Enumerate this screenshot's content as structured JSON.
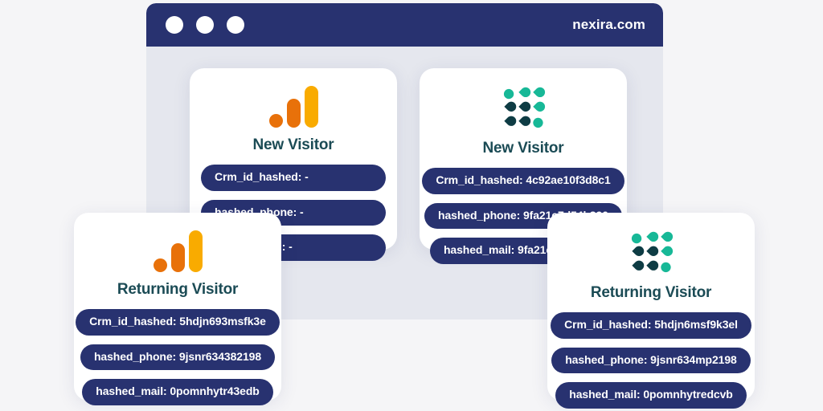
{
  "browser": {
    "url_label": "nexira.com",
    "dots": [
      "window-dot-1",
      "window-dot-2",
      "window-dot-3"
    ],
    "chrome_color": "#283270",
    "viewport_color": "#e5e7ee"
  },
  "theme": {
    "page_background": "#f5f5f7",
    "card_background": "#ffffff",
    "pill_background": "#283270",
    "pill_text": "#ffffff",
    "title_text": "#1b4b55",
    "ga_orange_dark": "#e8710a",
    "ga_orange_light": "#f9ab00",
    "matomo_teal": "#17b897",
    "matomo_dark": "#0e3c44"
  },
  "cards": [
    {
      "id": "new-visitor-analytics",
      "icon": "google-analytics-icon",
      "title": "New Visitor",
      "fields": [
        {
          "key": "Crm_id_hashed",
          "value": "-",
          "text": "Crm_id_hashed: -"
        },
        {
          "key": "hashed_phone",
          "value": "-",
          "text": "hashed_phone: -"
        },
        {
          "key": "hashed_mail",
          "value": "-",
          "text": "hashed_mail: -"
        }
      ]
    },
    {
      "id": "new-visitor-matomo",
      "icon": "matomo-icon",
      "title": "New Visitor",
      "fields": [
        {
          "key": "Crm_id_hashed",
          "value": "4c92ae10f3d8c1",
          "text": "Crm_id_hashed: 4c92ae10f3d8c1"
        },
        {
          "key": "hashed_phone",
          "value": "9fa21c7d54b390",
          "text": "hashed_phone: 9fa21c7d54b390"
        },
        {
          "key": "hashed_mail",
          "value": "9fa21c7d54be10",
          "text": "hashed_mail: 9fa21c7d54be10"
        }
      ]
    },
    {
      "id": "returning-visitor-analytics",
      "icon": "google-analytics-icon",
      "title": "Returning Visitor",
      "fields": [
        {
          "key": "Crm_id_hashed",
          "value": "5hdjn693msfk3e",
          "text": "Crm_id_hashed: 5hdjn693msfk3e"
        },
        {
          "key": "hashed_phone",
          "value": "9jsnr634382198",
          "text": "hashed_phone: 9jsnr634382198"
        },
        {
          "key": "hashed_mail",
          "value": "0pomnhytr43edb",
          "text": "hashed_mail: 0pomnhytr43edb"
        }
      ]
    },
    {
      "id": "returning-visitor-matomo",
      "icon": "matomo-icon",
      "title": "Returning Visitor",
      "fields": [
        {
          "key": "Crm_id_hashed",
          "value": "5hdjn6msf9k3el",
          "text": "Crm_id_hashed: 5hdjn6msf9k3el"
        },
        {
          "key": "hashed_phone",
          "value": "9jsnr634mp2198",
          "text": "hashed_phone: 9jsnr634mp2198"
        },
        {
          "key": "hashed_mail",
          "value": "0pomnhytredcvb",
          "text": "hashed_mail: 0pomnhytredcvb"
        }
      ]
    }
  ]
}
